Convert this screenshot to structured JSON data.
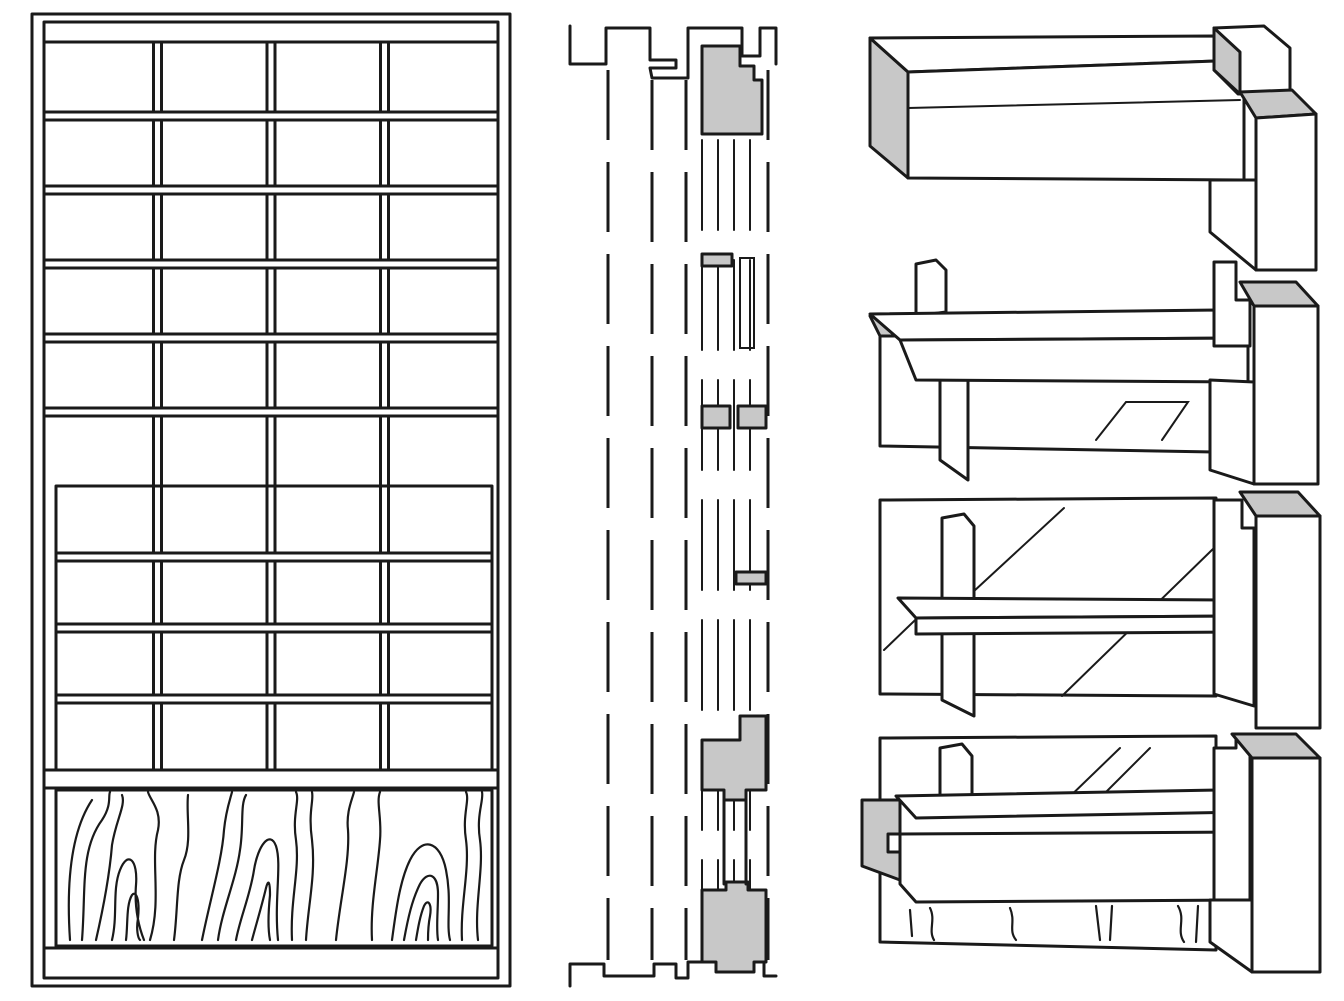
{
  "figure": {
    "panels": [
      "elevation",
      "section",
      "exploded-joints"
    ],
    "colors": {
      "line": "#1a1a1a",
      "shade": "#c8c8c8",
      "paper": "#ffffff"
    },
    "elevation": {
      "lattice_columns": 4,
      "upper_rows": 6,
      "lower_rows": 4,
      "has_wood_grain_kickboard": true
    },
    "exploded_joints": {
      "count": 4
    }
  }
}
